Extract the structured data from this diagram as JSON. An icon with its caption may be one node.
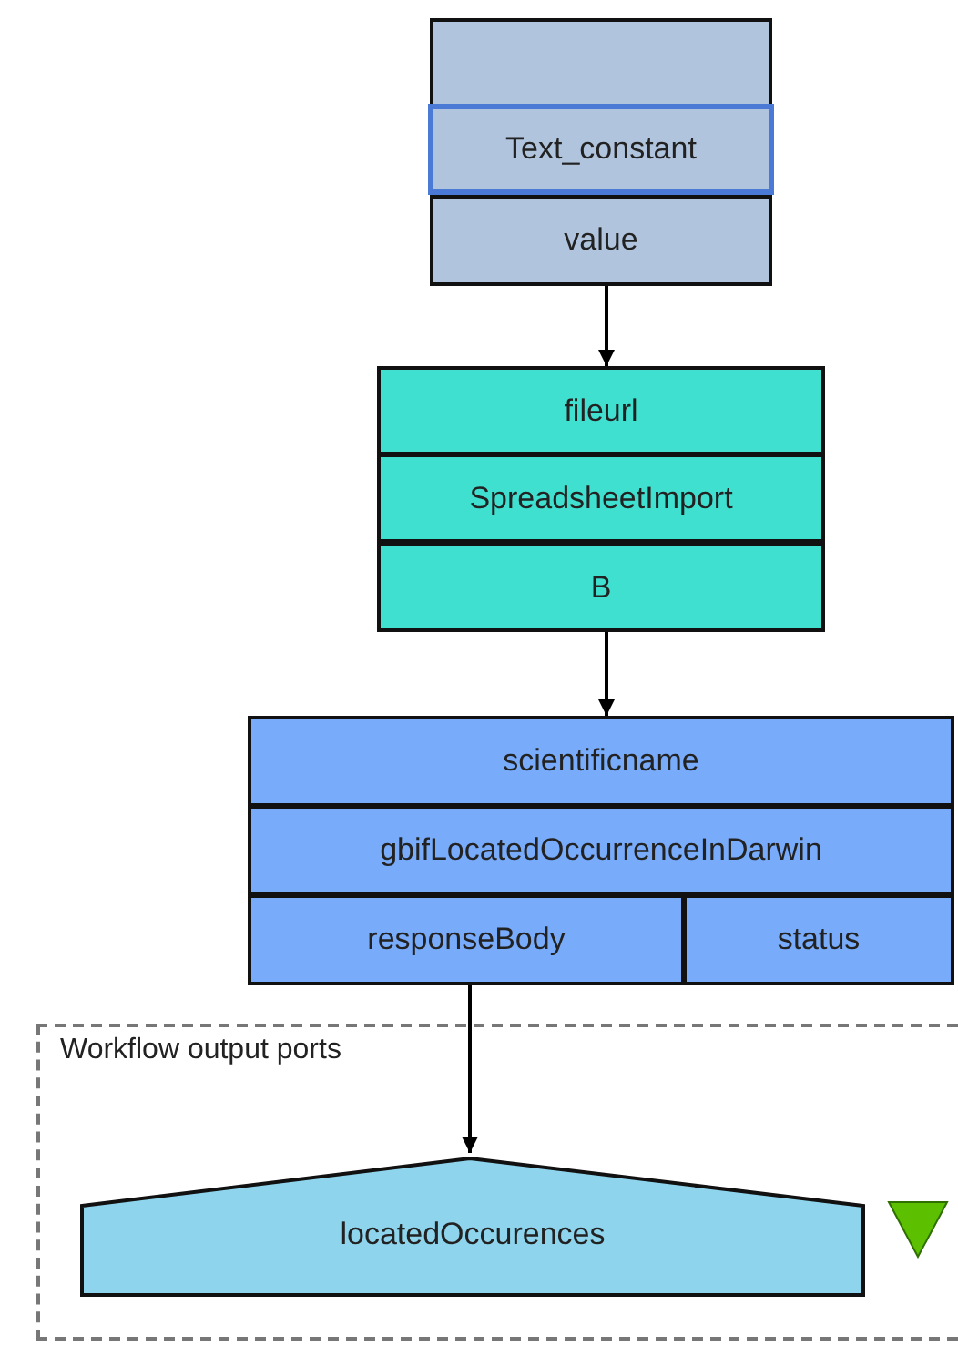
{
  "diagram": {
    "nodes": [
      {
        "text": [
          "Text_constant",
          "value"
        ]
      },
      {
        "text": [
          "fileurl",
          "SpreadsheetImport",
          "B"
        ]
      },
      {
        "text": [
          "scientificname",
          "gbifLocatedOccurrenceInDarwin",
          "responseBody",
          "status"
        ]
      },
      {
        "text": [
          "Workflow output ports"
        ]
      },
      {
        "text": [
          "locatedOccurences"
        ],
        "in": 3
      }
    ],
    "edges": [
      {
        "from": 0,
        "to": 1,
        "arrow": "to"
      },
      {
        "from": 1,
        "to": 2,
        "arrow": "to"
      },
      {
        "from": 2,
        "to": 4,
        "arrow": "to"
      }
    ]
  }
}
